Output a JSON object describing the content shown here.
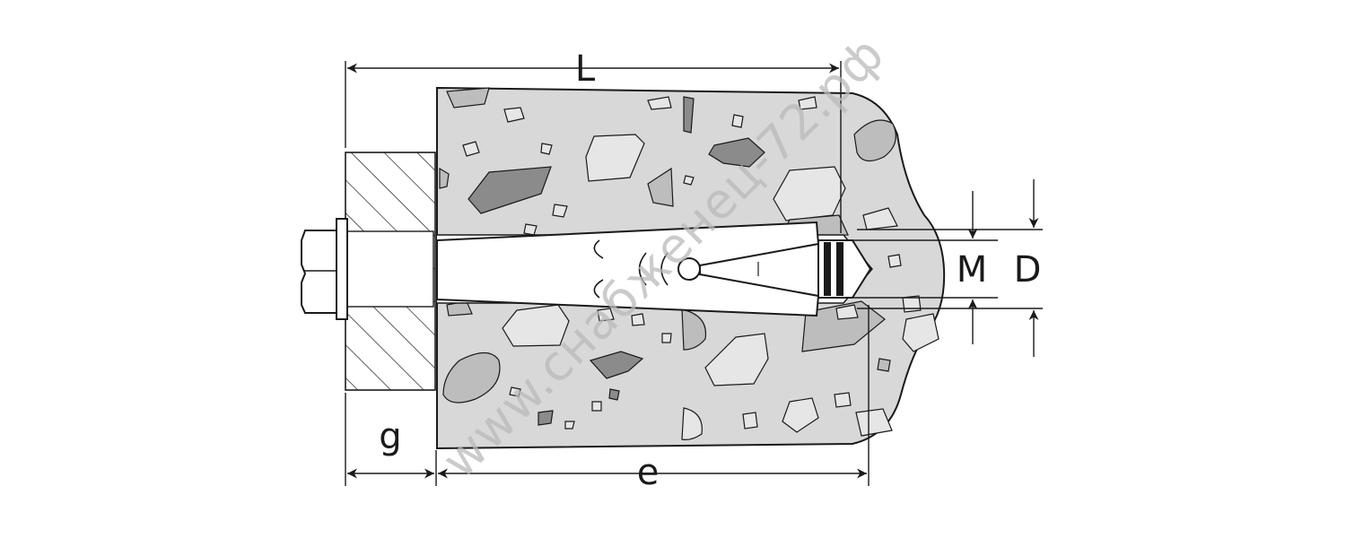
{
  "labels": {
    "L": "L",
    "g": "g",
    "e": "e",
    "M": "M",
    "D": "D"
  },
  "watermark": "www.снабженец-72.рф",
  "colors": {
    "concrete": "#d8d8d8",
    "stone_light": "#e6e6e6",
    "stone_mid": "#bdbdbd",
    "stone_dark": "#8b8b8b",
    "outline": "#1a1a1a",
    "metal": "#ffffff"
  }
}
